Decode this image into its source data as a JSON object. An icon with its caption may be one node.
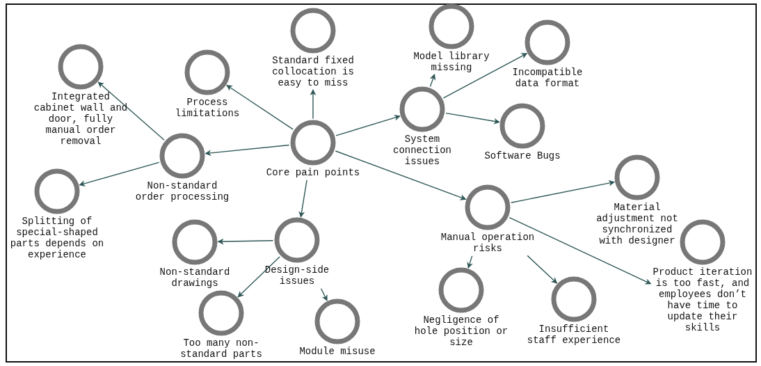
{
  "diagram": {
    "nodes": [
      {
        "text": [
          "Core pain points"
        ]
      },
      {
        "text": [
          "Standard fixed collocation is easy to miss"
        ]
      },
      {
        "text": [
          "Process limitations"
        ]
      },
      {
        "text": [
          "Non-standard order processing"
        ]
      },
      {
        "text": [
          "Integrated cabinet wall and door, fully manual order removal"
        ]
      },
      {
        "text": [
          "Splitting of special-shaped parts depends on experience"
        ]
      },
      {
        "text": [
          "System connection issues"
        ]
      },
      {
        "text": [
          "Model library missing"
        ]
      },
      {
        "text": [
          "Incompatible data format"
        ]
      },
      {
        "text": [
          "Software Bugs"
        ]
      },
      {
        "text": [
          "Design-side issues"
        ]
      },
      {
        "text": [
          "Non-standard drawings"
        ]
      },
      {
        "text": [
          "Too many non-standard parts"
        ]
      },
      {
        "text": [
          "Module misuse"
        ]
      },
      {
        "text": [
          "Manual operation risks"
        ]
      },
      {
        "text": [
          "Material adjustment not synchronized with designer"
        ]
      },
      {
        "text": [
          "Product iteration is too fast, and employees don’t have time to update their skills"
        ]
      },
      {
        "text": [
          "Negligence of hole position or size"
        ]
      },
      {
        "text": [
          "Insufficient staff experience"
        ]
      }
    ],
    "edges": [
      {
        "from": 0,
        "to": 1,
        "arrow": "to"
      },
      {
        "from": 0,
        "to": 2,
        "arrow": "to"
      },
      {
        "from": 0,
        "to": 3,
        "arrow": "to"
      },
      {
        "from": 0,
        "to": 6,
        "arrow": "to"
      },
      {
        "from": 0,
        "to": 10,
        "arrow": "to"
      },
      {
        "from": 0,
        "to": 14,
        "arrow": "to"
      },
      {
        "from": 3,
        "to": 4,
        "arrow": "to"
      },
      {
        "from": 3,
        "to": 5,
        "arrow": "to"
      },
      {
        "from": 6,
        "to": 7,
        "arrow": "to"
      },
      {
        "from": 6,
        "to": 8,
        "arrow": "to"
      },
      {
        "from": 6,
        "to": 9,
        "arrow": "to"
      },
      {
        "from": 10,
        "to": 11,
        "arrow": "to"
      },
      {
        "from": 10,
        "to": 12,
        "arrow": "to"
      },
      {
        "from": 10,
        "to": 13,
        "arrow": "to"
      },
      {
        "from": 14,
        "to": 15,
        "arrow": "to"
      },
      {
        "from": 14,
        "to": 16,
        "arrow": "to"
      },
      {
        "from": 14,
        "to": 17,
        "arrow": "to"
      },
      {
        "from": 14,
        "to": 18,
        "arrow": "to"
      }
    ]
  }
}
